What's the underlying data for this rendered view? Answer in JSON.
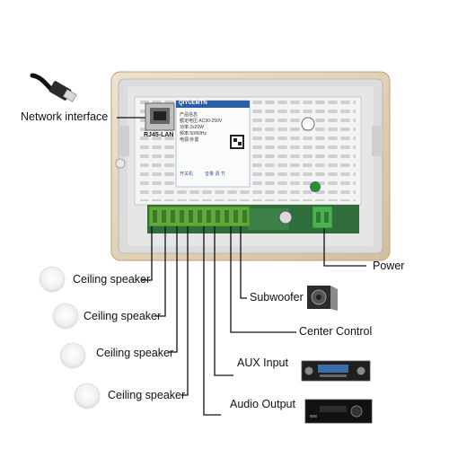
{
  "device": {
    "port_label": "RJ45-LAN",
    "sticker_brand": "QIYUEMTN",
    "sticker_lines": [
      "产品信息",
      "额定电压:AC90-250V",
      "功率:2x20W",
      "频率:50/60Hz",
      "电源:外置"
    ],
    "sticker_button_a": "开关机",
    "sticker_button_b": "音量 调 节"
  },
  "callouts": {
    "network": "Network interface",
    "power": "Power",
    "subwoofer": "Subwoofer",
    "center_control": "Center Control",
    "aux_input": "AUX Input",
    "audio_output": "Audio Output"
  },
  "speakers": [
    "Ceiling speaker",
    "Ceiling speaker",
    "Ceiling speaker",
    "Ceiling speaker"
  ],
  "icons": {
    "cable": "ethernet-cable-icon",
    "subwoofer": "subwoofer-icon",
    "aux": "amplifier-icon",
    "output": "audio-receiver-icon",
    "speaker": "ceiling-speaker-icon"
  },
  "colors": {
    "terminal_green": "#5fa83a",
    "board_green": "#2f6d3b",
    "sticker_blue": "#2a5fa8",
    "frame_gold": "#d8c6a8"
  }
}
